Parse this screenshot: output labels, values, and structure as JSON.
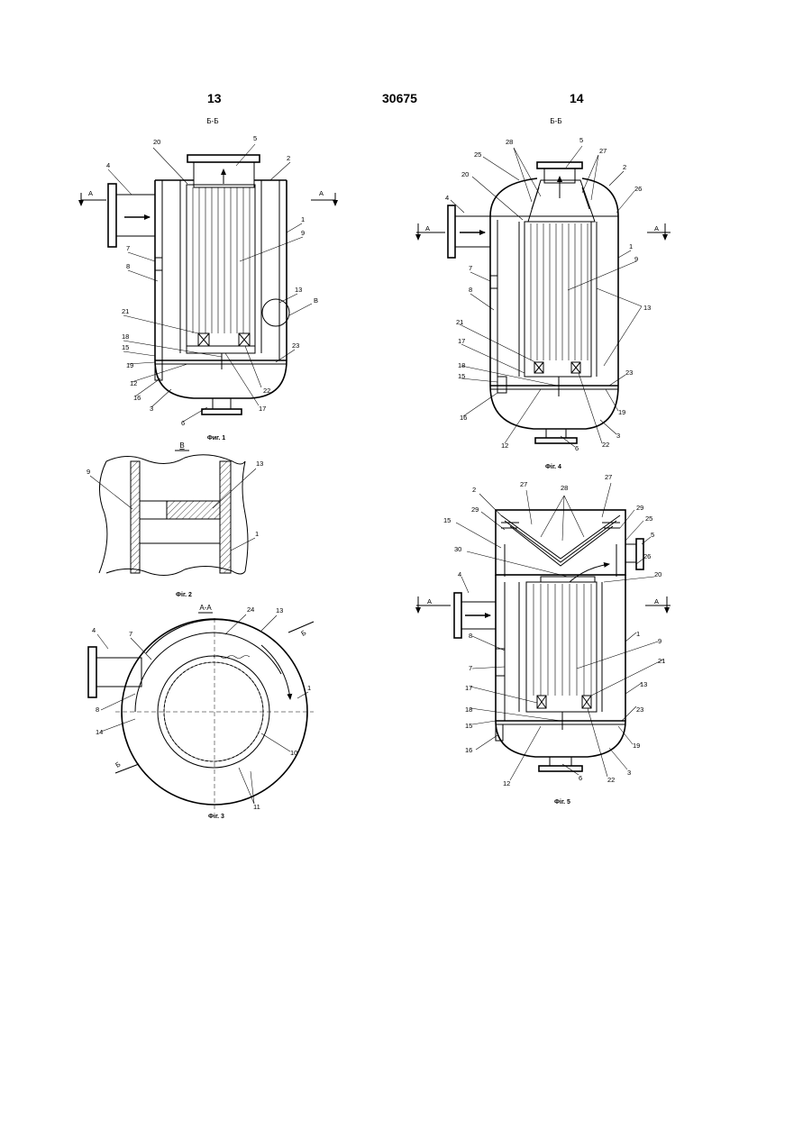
{
  "header": {
    "page_left": "13",
    "doc_number": "30675",
    "page_right": "14"
  },
  "fig1": {
    "section": "Б-Б",
    "caption": "Фиг. 1",
    "arrow_label_left": "А",
    "arrow_label_right": "А",
    "labels": [
      "20",
      "5",
      "2",
      "4",
      "1",
      "9",
      "7",
      "8",
      "13",
      "В",
      "21",
      "18",
      "23",
      "15",
      "19",
      "12",
      "22",
      "16",
      "3",
      "6",
      "17"
    ]
  },
  "fig2": {
    "title": "В",
    "caption": "Фіг. 2",
    "labels": [
      "9",
      "13",
      "1"
    ]
  },
  "fig3": {
    "section": "А-А",
    "caption": "Фіг. 3",
    "section_mark_top": "Б",
    "section_mark_bottom": "Б",
    "labels": [
      "24",
      "13",
      "4",
      "7",
      "8",
      "1",
      "14",
      "10",
      "11"
    ]
  },
  "fig4": {
    "section": "Б-Б",
    "caption": "Фіг. 4",
    "arrow_label_left": "А",
    "arrow_label_right": "А",
    "labels": [
      "28",
      "5",
      "27",
      "25",
      "2",
      "20",
      "26",
      "4",
      "1",
      "9",
      "7",
      "8",
      "13",
      "21",
      "17",
      "18",
      "15",
      "23",
      "19",
      "16",
      "3",
      "12",
      "6",
      "22"
    ]
  },
  "fig5": {
    "caption": "Фіг. 5",
    "arrow_label_left": "А",
    "arrow_label_right": "А",
    "labels": [
      "27",
      "28",
      "27",
      "2",
      "29",
      "29",
      "15",
      "25",
      "5",
      "30",
      "26",
      "20",
      "4",
      "8",
      "1",
      "9",
      "7",
      "21",
      "17",
      "13",
      "18",
      "23",
      "15",
      "16",
      "19",
      "12",
      "3",
      "6",
      "22"
    ]
  }
}
